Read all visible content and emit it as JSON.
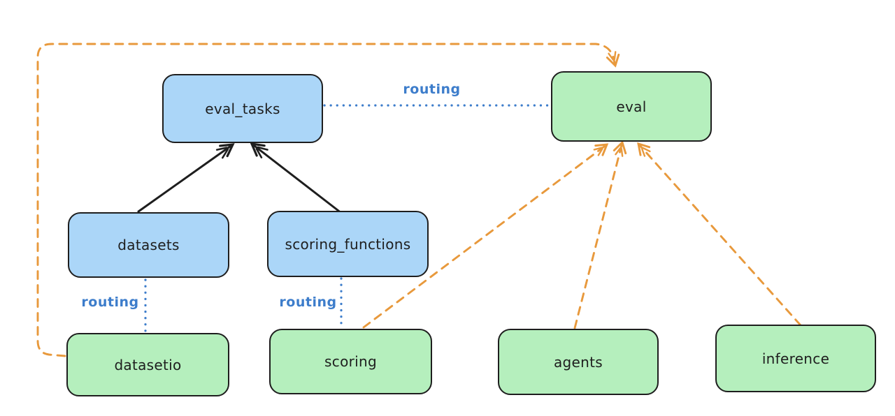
{
  "diagram": {
    "background": "#ffffff",
    "colors": {
      "node_fill_blue": "#abd6f8",
      "node_fill_green": "#b5efbd",
      "node_stroke": "#1e1e1e",
      "arrow_black": "#1e1e1e",
      "arrow_orange": "#e8993c",
      "routing_blue": "#3d7dcb"
    },
    "nodes": [
      {
        "id": "eval_tasks",
        "label": "eval_tasks",
        "fill": "blue"
      },
      {
        "id": "eval",
        "label": "eval",
        "fill": "green"
      },
      {
        "id": "datasets",
        "label": "datasets",
        "fill": "blue"
      },
      {
        "id": "scoring_functions",
        "label": "scoring_functions",
        "fill": "blue"
      },
      {
        "id": "datasetio",
        "label": "datasetio",
        "fill": "green"
      },
      {
        "id": "scoring",
        "label": "scoring",
        "fill": "green"
      },
      {
        "id": "agents",
        "label": "agents",
        "fill": "green"
      },
      {
        "id": "inference",
        "label": "inference",
        "fill": "green"
      }
    ],
    "edges": [
      {
        "from": "datasets",
        "to": "eval_tasks",
        "style": "solid_black_arrow",
        "label": ""
      },
      {
        "from": "scoring_functions",
        "to": "eval_tasks",
        "style": "solid_black_arrow",
        "label": ""
      },
      {
        "from": "eval_tasks",
        "to": "eval",
        "style": "dotted_blue",
        "label": "routing"
      },
      {
        "from": "datasets",
        "to": "datasetio",
        "style": "dotted_blue",
        "label": "routing"
      },
      {
        "from": "scoring_functions",
        "to": "scoring",
        "style": "dotted_blue",
        "label": "routing"
      },
      {
        "from": "datasetio",
        "to": "eval",
        "style": "dashed_orange_arrow",
        "label": ""
      },
      {
        "from": "scoring",
        "to": "eval",
        "style": "dashed_orange_arrow",
        "label": ""
      },
      {
        "from": "agents",
        "to": "eval",
        "style": "dashed_orange_arrow",
        "label": ""
      },
      {
        "from": "inference",
        "to": "eval",
        "style": "dashed_orange_arrow",
        "label": ""
      }
    ]
  }
}
